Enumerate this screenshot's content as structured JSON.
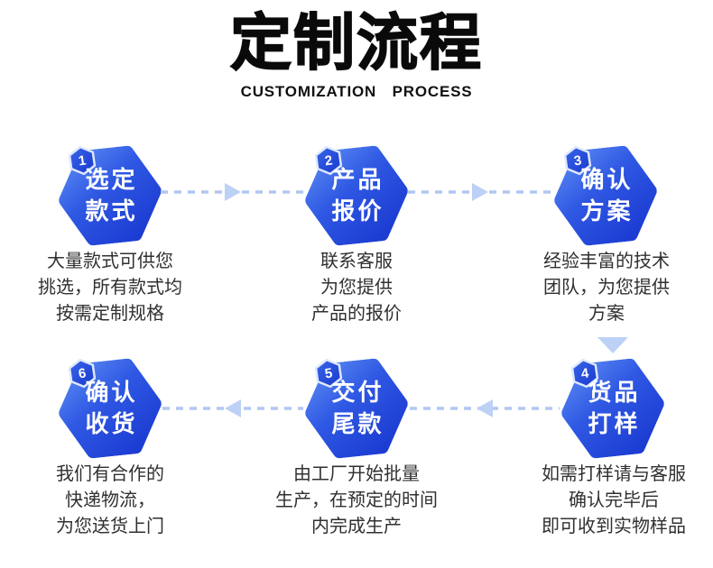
{
  "header": {
    "title": "定制流程",
    "subtitle": "CUSTOMIZATION PROCESS"
  },
  "steps": [
    {
      "number": "1",
      "label": [
        "选定",
        "款式"
      ],
      "desc": [
        "大量款式可供您",
        "挑选，所有款式均",
        "按需定制规格"
      ]
    },
    {
      "number": "2",
      "label": [
        "产品",
        "报价"
      ],
      "desc": [
        "联系客服",
        "为您提供",
        "产品的报价"
      ]
    },
    {
      "number": "3",
      "label": [
        "确认",
        "方案"
      ],
      "desc": [
        "经验丰富的技术",
        "团队，为您提供",
        "方案"
      ]
    },
    {
      "number": "4",
      "label": [
        "货品",
        "打样"
      ],
      "desc": [
        "如需打样请与客服",
        "确认完毕后",
        "即可收到实物样品"
      ]
    },
    {
      "number": "5",
      "label": [
        "交付",
        "尾款"
      ],
      "desc": [
        "由工厂开始批量",
        "生产，在预定的时间",
        "内完成生产"
      ]
    },
    {
      "number": "6",
      "label": [
        "确认",
        "收货"
      ],
      "desc": [
        "我们有合作的",
        "快递物流，",
        "为您送货上门"
      ]
    }
  ],
  "colors": {
    "hexagon_gradient_start": "#5b8bf3",
    "hexagon_gradient_mid": "#2f58e3",
    "hexagon_gradient_end": "#1c3cd2",
    "badge_border": "#dde8fc",
    "dash_line": "#b1c7f2",
    "arrow_triangle": "#bdd1f6",
    "title_text": "#0a0a0a",
    "body_text": "#303030",
    "step_text": "#ffffff"
  }
}
